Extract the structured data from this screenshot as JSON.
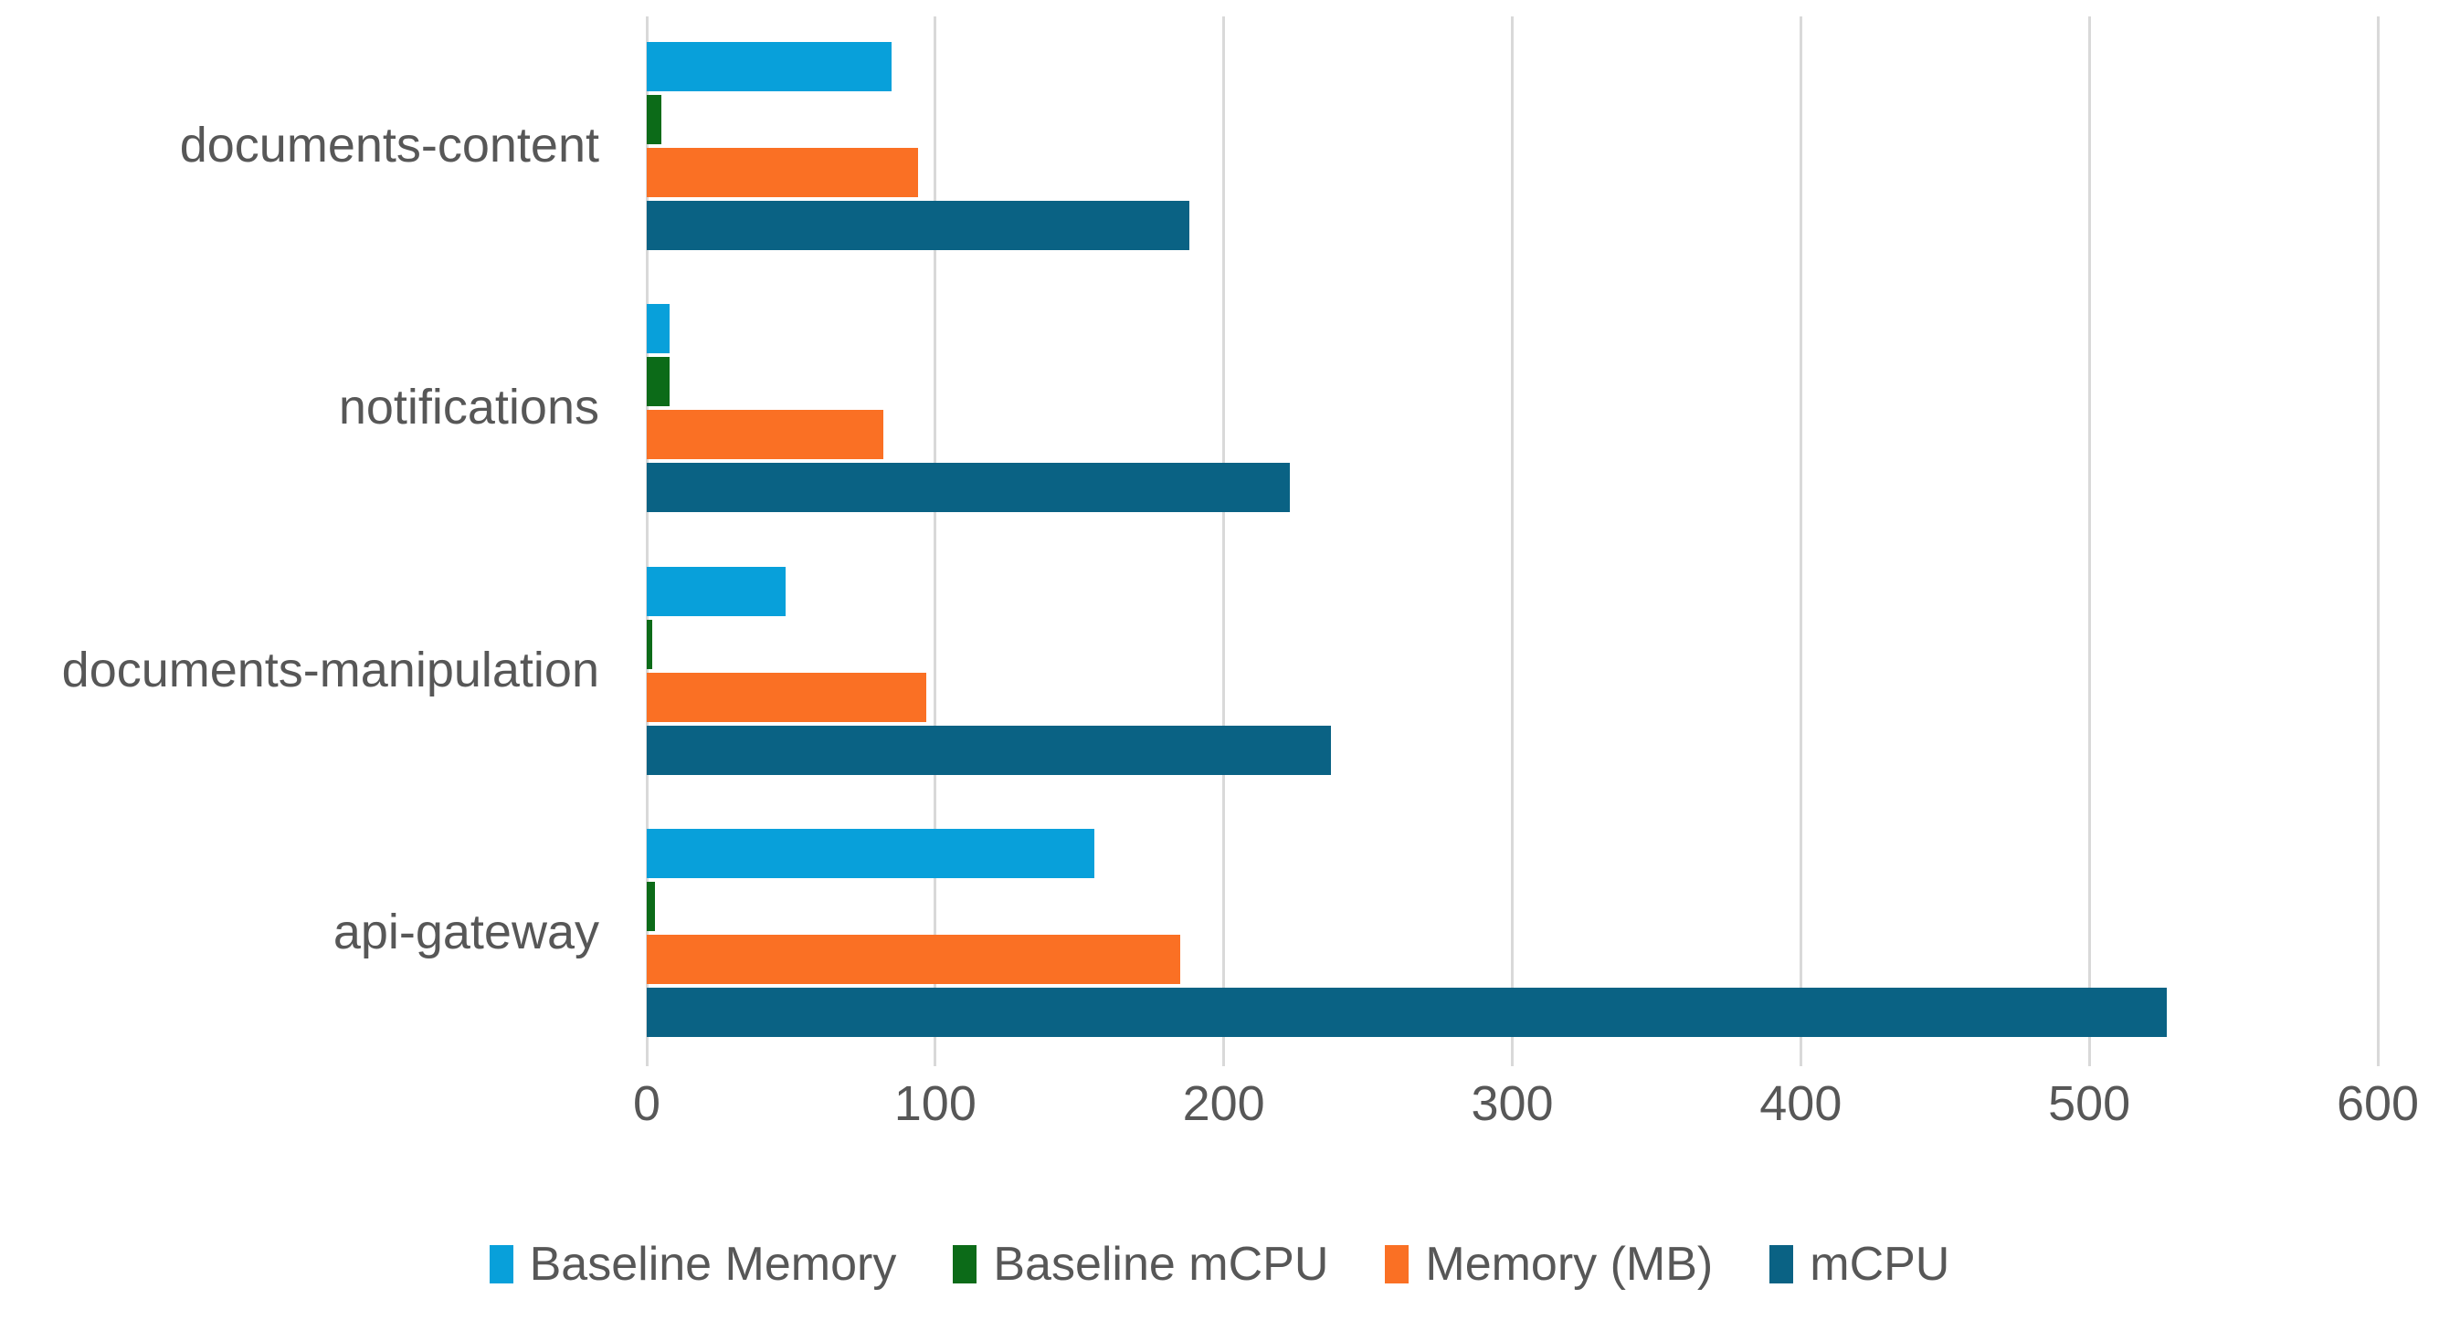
{
  "chart_data": {
    "type": "bar",
    "orientation": "horizontal",
    "title": "",
    "xlabel": "",
    "ylabel": "",
    "xlim": [
      0,
      600
    ],
    "xticks": [
      0,
      100,
      200,
      300,
      400,
      500,
      600
    ],
    "grid": "vertical",
    "legend_position": "bottom",
    "categories": [
      "documents-content",
      "notifications",
      "documents-manipulation",
      "api-gateway"
    ],
    "series": [
      {
        "name": "Baseline Memory",
        "color": "#08a0da",
        "values": [
          85,
          8,
          48,
          155
        ]
      },
      {
        "name": "Baseline mCPU",
        "color": "#0c6b18",
        "values": [
          5,
          8,
          2,
          3
        ]
      },
      {
        "name": "Memory (MB)",
        "color": "#fa7024",
        "values": [
          94,
          82,
          97,
          185
        ]
      },
      {
        "name": "mCPU",
        "color": "#0a6284",
        "values": [
          188,
          223,
          237,
          527
        ]
      }
    ]
  },
  "axis": {
    "tick_labels": [
      "0",
      "100",
      "200",
      "300",
      "400",
      "500",
      "600"
    ],
    "category_labels": [
      "documents-content",
      "notifications",
      "documents-manipulation",
      "api-gateway"
    ],
    "tick_color": "#575757",
    "gridline_color": "#d9d9d9"
  },
  "legend": {
    "items": [
      {
        "label": "Baseline Memory",
        "color": "#08a0da"
      },
      {
        "label": "Baseline mCPU",
        "color": "#0c6b18"
      },
      {
        "label": "Memory (MB)",
        "color": "#fa7024"
      },
      {
        "label": "mCPU",
        "color": "#0a6284"
      }
    ]
  }
}
